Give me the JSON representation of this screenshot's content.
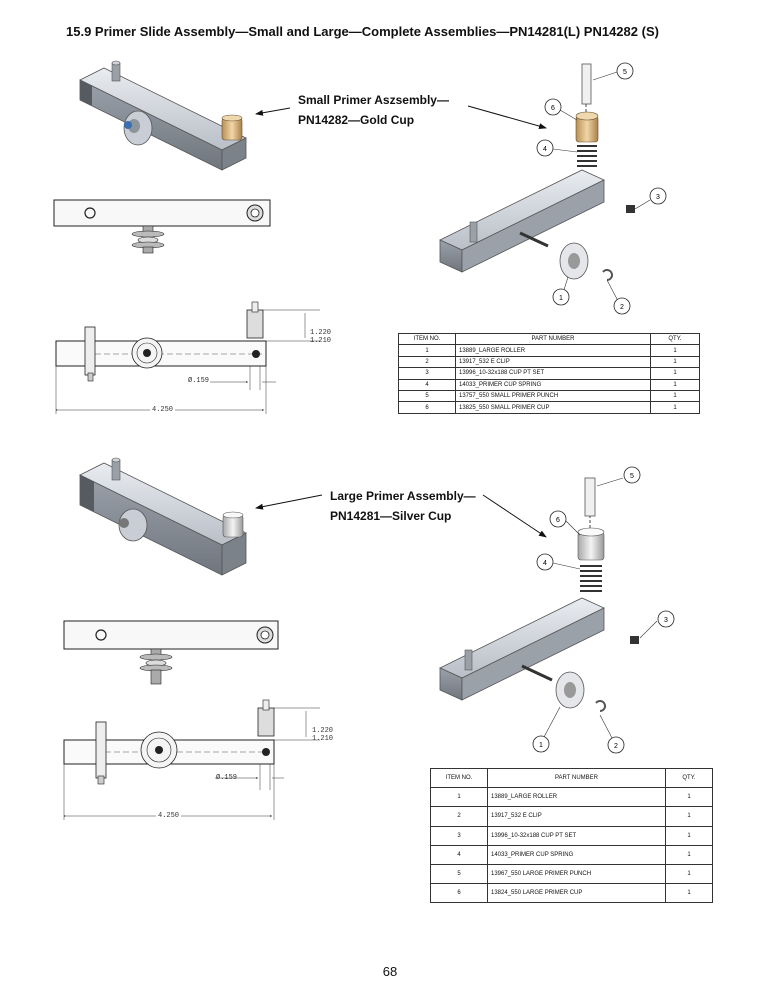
{
  "document": {
    "title": "15.9  Primer Slide Assembly—Small and Large—Complete Assemblies—PN14281(L) PN14282 (S)",
    "page_number": "68"
  },
  "small_assembly": {
    "callout_line1": "Small Primer Aszsembly—",
    "callout_line2": "PN14282—Gold Cup",
    "dim_height_a": "1.220",
    "dim_height_b": "1.210",
    "dim_diameter": "Ø.159",
    "dim_length": "4.250",
    "balloons": [
      "1",
      "2",
      "3",
      "4",
      "5",
      "6"
    ],
    "bom": {
      "headers": [
        "ITEM NO.",
        "PART NUMBER",
        "QTY."
      ],
      "rows": [
        [
          "1",
          "13889_LARGE ROLLER",
          "1"
        ],
        [
          "2",
          "13917_532 E CLIP",
          "1"
        ],
        [
          "3",
          "13996_10-32x188 CUP PT SET",
          "1"
        ],
        [
          "4",
          "14033_PRIMER CUP SPRING",
          "1"
        ],
        [
          "5",
          "13757_550 SMALL PRIMER PUNCH",
          "1"
        ],
        [
          "6",
          "13825_550 SMALL PRIMER CUP",
          "1"
        ]
      ]
    }
  },
  "large_assembly": {
    "callout_line1": "Large Primer Assembly—",
    "callout_line2": "PN14281—Silver Cup",
    "dim_height_a": "1.220",
    "dim_height_b": "1.210",
    "dim_diameter": "Ø.159",
    "dim_length": "4.250",
    "balloons": [
      "1",
      "2",
      "3",
      "4",
      "5",
      "6"
    ],
    "bom": {
      "headers": [
        "ITEM NO.",
        "PART NUMBER",
        "QTY."
      ],
      "rows": [
        [
          "1",
          "13889_LARGE ROLLER",
          "1"
        ],
        [
          "2",
          "13917_532 E CLIP",
          "1"
        ],
        [
          "3",
          "13996_10-32x188 CUP PT SET",
          "1"
        ],
        [
          "4",
          "14033_PRIMER CUP SPRING",
          "1"
        ],
        [
          "5",
          "13967_550 LARGE PRIMER PUNCH",
          "1"
        ],
        [
          "6",
          "13824_550 LARGE PRIMER CUP",
          "1"
        ]
      ]
    }
  },
  "colors": {
    "steel": "#c9ced6",
    "steel_dark": "#8e949c",
    "gold_cup": "#d9b784",
    "silver_cup": "#e6e6e6",
    "line": "#222222"
  }
}
